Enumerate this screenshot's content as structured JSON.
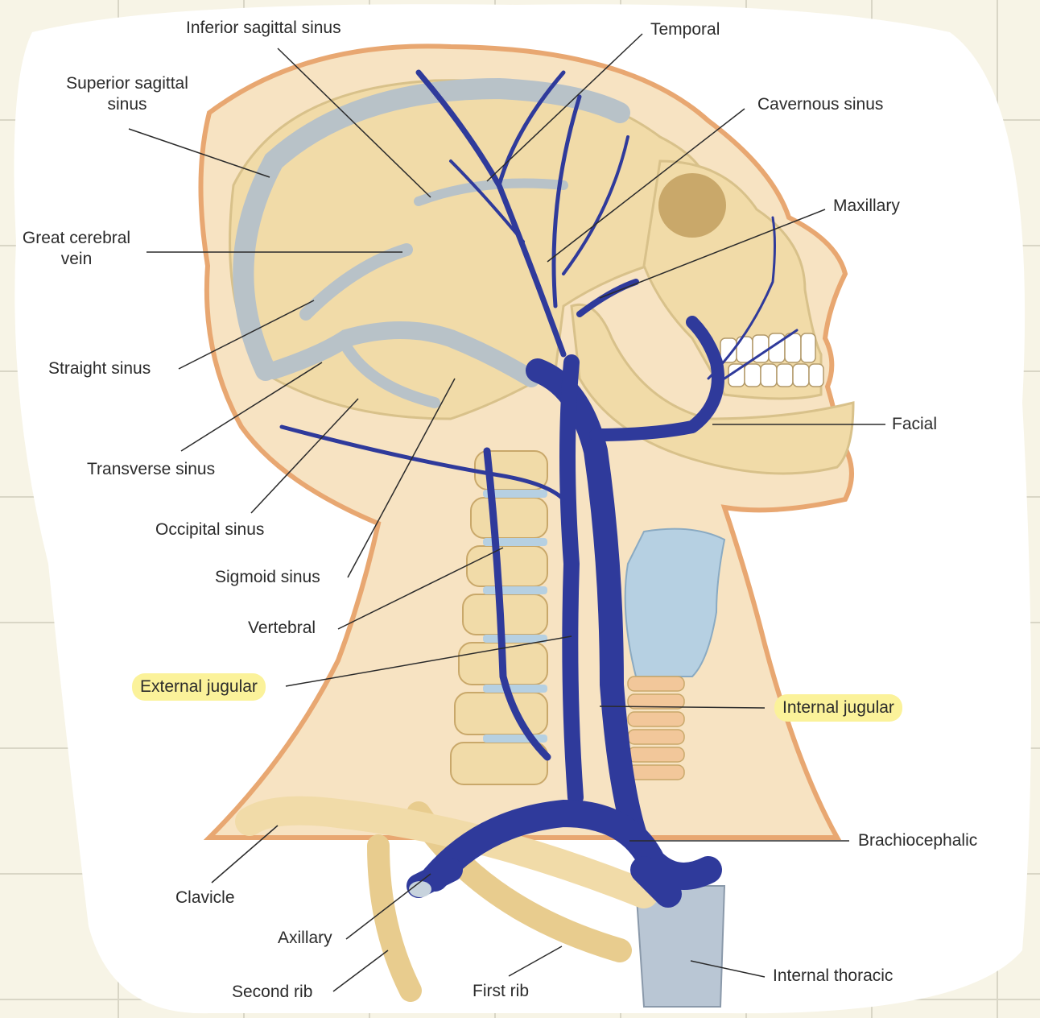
{
  "colors": {
    "background": "#f7f4e6",
    "gridline": "#d9d6c6",
    "skin": "#f7e3c2",
    "skin_outline": "#e8a771",
    "bone": "#f1dba8",
    "sinus": "#b8c2c8",
    "vein": "#2f3a9b",
    "vein_dark": "#1d2470",
    "cartilage": "#b6d0e2",
    "highlight": "#fbf29a",
    "leader_line": "#2b2b2b"
  },
  "labels": {
    "inferior_sagittal_sinus": "Inferior sagittal sinus",
    "temporal": "Temporal",
    "superior_sagittal_sinus": "Superior sagittal sinus",
    "cavernous_sinus": "Cavernous sinus",
    "maxillary": "Maxillary",
    "great_cerebral_vein": "Great cerebral vein",
    "straight_sinus": "Straight sinus",
    "facial": "Facial",
    "transverse_sinus": "Transverse sinus",
    "occipital_sinus": "Occipital sinus",
    "sigmoid_sinus": "Sigmoid sinus",
    "vertebral": "Vertebral",
    "external_jugular": "External jugular",
    "internal_jugular": "Internal jugular",
    "brachiocephalic": "Brachiocephalic",
    "clavicle": "Clavicle",
    "axillary": "Axillary",
    "internal_thoracic": "Internal thoracic",
    "second_rib": "Second rib",
    "first_rib": "First rib"
  },
  "highlighted_labels": [
    "external_jugular",
    "internal_jugular"
  ]
}
